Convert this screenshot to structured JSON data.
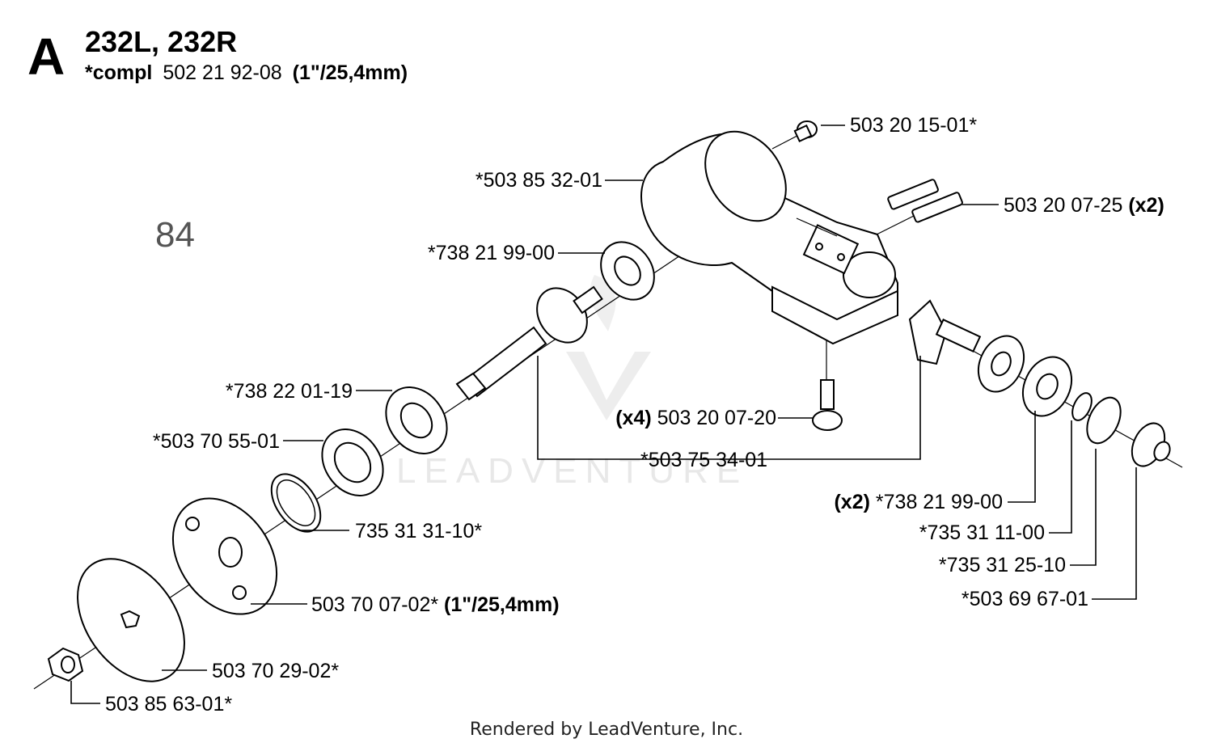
{
  "header": {
    "letter": "A",
    "models": "232L, 232R",
    "compl_prefix": "*compl",
    "compl_number": "502 21 92-08",
    "compl_size": "(1\"/25,4mm)"
  },
  "page_number": "84",
  "watermark": "LEADVENTURE",
  "footer": "Rendered by LeadVenture, Inc.",
  "parts": [
    {
      "pre": "",
      "num": "503 20 15-01*",
      "post": ""
    },
    {
      "pre": "",
      "num": "*503 85 32-01",
      "post": ""
    },
    {
      "pre": "",
      "num": "503 20 07-25",
      "post": "(x2)"
    },
    {
      "pre": "",
      "num": "*738 21 99-00",
      "post": ""
    },
    {
      "pre": "",
      "num": "*738 22 01-19",
      "post": ""
    },
    {
      "pre": "(x4)",
      "num": "503 20 07-20",
      "post": ""
    },
    {
      "pre": "",
      "num": "*503 70 55-01",
      "post": ""
    },
    {
      "pre": "",
      "num": "*503 75 34-01",
      "post": ""
    },
    {
      "pre": "",
      "num": "735 31 31-10*",
      "post": ""
    },
    {
      "pre": "(x2)",
      "num": "*738 21 99-00",
      "post": ""
    },
    {
      "pre": "",
      "num": "*735 31 11-00",
      "post": ""
    },
    {
      "pre": "",
      "num": "*735 31 25-10",
      "post": ""
    },
    {
      "pre": "",
      "num": "*503 69 67-01",
      "post": ""
    },
    {
      "pre": "",
      "num": "503 70 07-02*",
      "post": "(1\"/25,4mm)"
    },
    {
      "pre": "",
      "num": "503 70 29-02*",
      "post": ""
    },
    {
      "pre": "",
      "num": "503 85 63-01*",
      "post": ""
    }
  ]
}
